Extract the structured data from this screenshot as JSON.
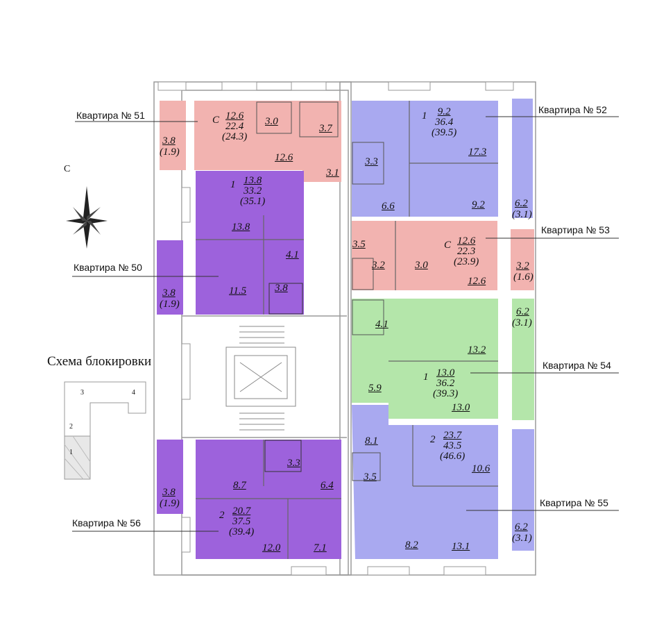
{
  "compass": {
    "north_label": "С"
  },
  "scheme": {
    "title": "Схема блокировки",
    "sections": [
      "1",
      "2",
      "3",
      "4"
    ]
  },
  "colors": {
    "pink": "#f2b3b0",
    "blue": "#a9a9f0",
    "purple": "#9d62dc",
    "green": "#b4e6aa",
    "wall": "#cfcfcf"
  },
  "apartments": [
    {
      "id": "51",
      "label": "Квартира № 51",
      "rooms": "С",
      "living": "12.6",
      "total": "22.4",
      "total_with_balcony": "(24.3)",
      "balcony": "3.8",
      "balcony_reduced": "(1.9)",
      "areas": [
        "3.0",
        "3.7",
        "12.6",
        "3.1"
      ]
    },
    {
      "id": "52",
      "label": "Квартира № 52",
      "rooms": "1",
      "living": "9.2",
      "total": "36.4",
      "total_with_balcony": "(39.5)",
      "balcony": "6.2",
      "balcony_reduced": "(3.1)",
      "areas": [
        "3.3",
        "17.3",
        "6.6",
        "9.2"
      ]
    },
    {
      "id": "53",
      "label": "Квартира № 53",
      "rooms": "С",
      "living": "12.6",
      "total": "22.3",
      "total_with_balcony": "(23.9)",
      "balcony": "3.2",
      "balcony_reduced": "(1.6)",
      "areas": [
        "3.5",
        "3.2",
        "3.0",
        "12.6"
      ]
    },
    {
      "id": "50",
      "label": "Квартира № 50",
      "rooms": "1",
      "living": "13.8",
      "total": "33.2",
      "total_with_balcony": "(35.1)",
      "balcony": "3.8",
      "balcony_reduced": "(1.9)",
      "areas": [
        "13.8",
        "4.1",
        "11.5",
        "3.8"
      ]
    },
    {
      "id": "54",
      "label": "Квартира № 54",
      "rooms": "1",
      "living": "13.0",
      "total": "36.2",
      "total_with_balcony": "(39.3)",
      "balcony": "6.2",
      "balcony_reduced": "(3.1)",
      "areas": [
        "4.1",
        "13.2",
        "5.9",
        "13.0"
      ]
    },
    {
      "id": "55",
      "label": "Квартира № 55",
      "rooms": "2",
      "living": "23.7",
      "total": "43.5",
      "total_with_balcony": "(46.6)",
      "balcony": "6.2",
      "balcony_reduced": "(3.1)",
      "areas": [
        "8.1",
        "10.6",
        "3.5",
        "8.2",
        "13.1"
      ]
    },
    {
      "id": "56",
      "label": "Квартира № 56",
      "rooms": "2",
      "living": "20.7",
      "total": "37.5",
      "total_with_balcony": "(39.4)",
      "balcony": "3.8",
      "balcony_reduced": "(1.9)",
      "areas": [
        "3.3",
        "8.7",
        "6.4",
        "12.0",
        "7.1"
      ]
    }
  ]
}
